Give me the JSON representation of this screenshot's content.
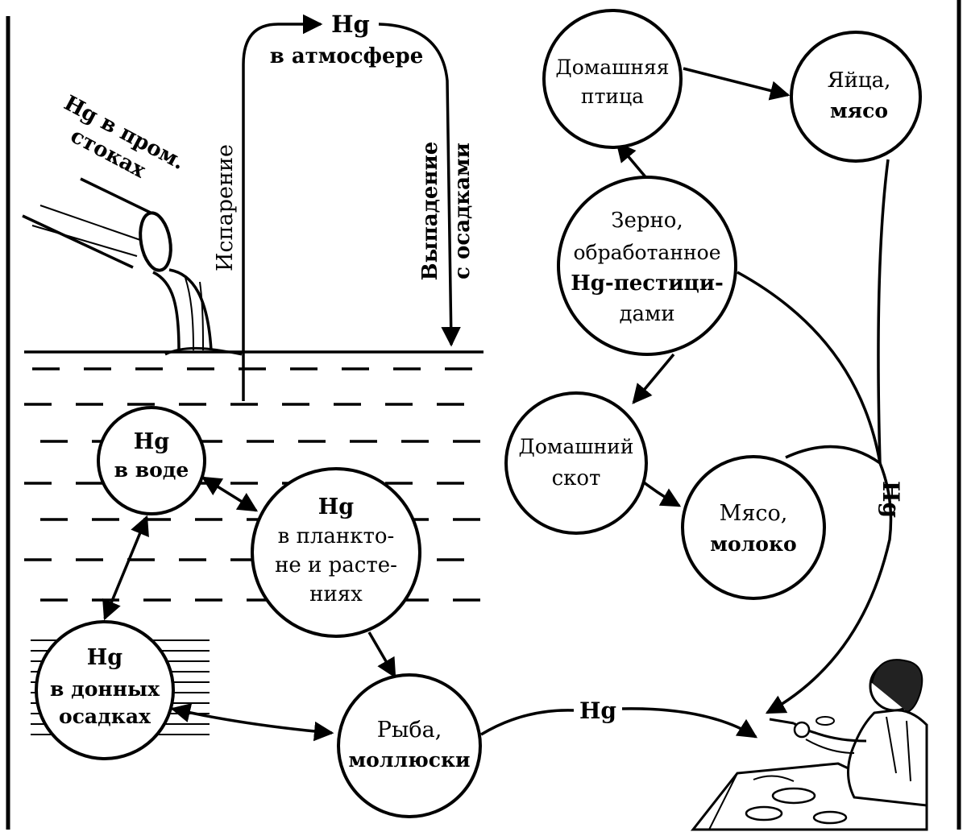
{
  "nodes": {
    "atmosphere": {
      "line1": "Hg",
      "line2": "в атмосфере"
    },
    "industrial_waste": {
      "line1": "Hg в пром.",
      "line2": "стоках"
    },
    "evaporation": "Испарение",
    "precipitation": {
      "line1": "Выпадение",
      "line2": "с осадками"
    },
    "water": {
      "line1": "Hg",
      "line2": "в воде"
    },
    "plankton": {
      "line1": "Hg",
      "line2": "в планкто-",
      "line3": "не и расте-",
      "line4": "ниях"
    },
    "sediments": {
      "line1": "Hg",
      "line2": "в донных",
      "line3": "осадках"
    },
    "fish": {
      "line1": "Рыба,",
      "line2": "моллюски"
    },
    "poultry": {
      "line1": "Домашняя",
      "line2": "птица"
    },
    "eggs": {
      "line1": "Яйца,",
      "line2": "мясо"
    },
    "grain": {
      "line1": "Зерно,",
      "line2": "обработанное",
      "line3": "Hg-пестици-",
      "line4": "дами"
    },
    "livestock": {
      "line1": "Домашний",
      "line2": "скот"
    },
    "meat_milk": {
      "line1": "Мясо,",
      "line2": "молоко"
    }
  },
  "labels": {
    "hg_fish_to_human": "Hg",
    "hg_right_to_human": "Hg"
  },
  "icons": {
    "pipe": "drain-pipe-icon",
    "person": "person-eating-icon"
  }
}
